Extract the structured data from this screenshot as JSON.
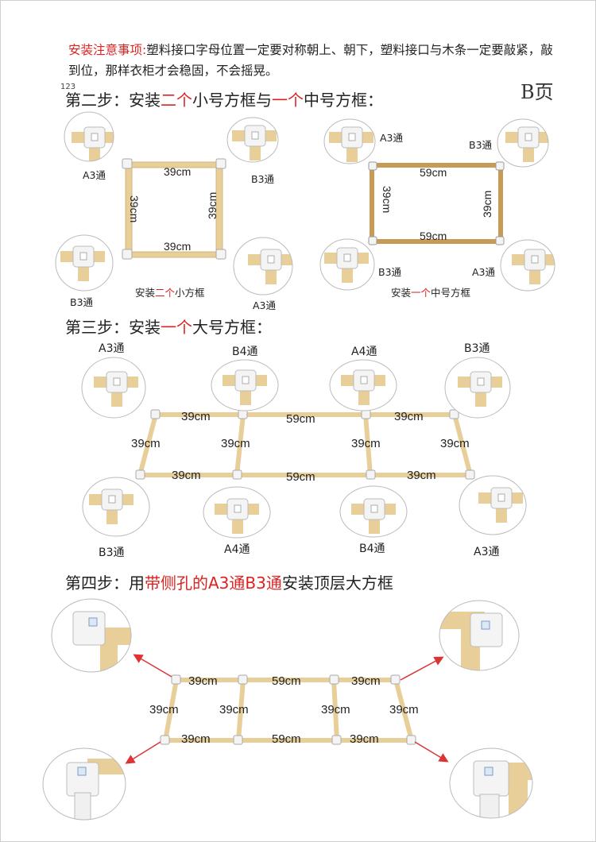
{
  "page_label": "B页",
  "page_number": "123",
  "note": {
    "label": "安装注意事项:",
    "text": "塑料接口字母位置一定要对称朝上、朝下，塑料接口与木条一定要敲紧，敲到位，那样衣柜才会稳固，不会摇晃。"
  },
  "step2": {
    "heading": {
      "p1": "第二步：安装",
      "r1": "二个",
      "p2": "小号方框与",
      "r2": "一个",
      "p3": "中号方框："
    },
    "small": {
      "dims": {
        "top": "39cm",
        "bottom": "39cm",
        "left": "39cm",
        "right": "39cm"
      },
      "joints": {
        "tl": "A3通",
        "tr": "B3通",
        "bl": "B3通",
        "br": "A3通"
      },
      "caption": {
        "p1": "安装",
        "r1": "二个",
        "p2": "小方框"
      }
    },
    "medium": {
      "dims": {
        "top": "59cm",
        "bottom": "59cm",
        "left": "39cm",
        "right": "39cm"
      },
      "joints": {
        "tl": "A3通",
        "tr": "B3通",
        "bl": "B3通",
        "br": "A3通"
      },
      "caption": {
        "p1": "安装",
        "r1": "一个",
        "p2": "中号方框"
      }
    }
  },
  "step3": {
    "heading": {
      "p1": "第三步：安装",
      "r1": "一个",
      "p2": "大号方框："
    },
    "top_joints": [
      "A3通",
      "B4通",
      "A4通",
      "B3通"
    ],
    "bottom_joints": [
      "B3通",
      "A4通",
      "B4通",
      "A3通"
    ],
    "dims": {
      "top": [
        "39cm",
        "59cm",
        "39cm"
      ],
      "mid": [
        "39cm",
        "39cm",
        "39cm",
        "39cm"
      ],
      "bottom": [
        "39cm",
        "59cm",
        "39cm"
      ]
    }
  },
  "step4": {
    "heading": {
      "p1": "第四步：用",
      "r1": "带侧孔的A3通B3通",
      "p2": "安装顶层大方框"
    },
    "dims": {
      "top": [
        "39cm",
        "59cm",
        "39cm"
      ],
      "mid": [
        "39cm",
        "39cm",
        "39cm",
        "39cm"
      ],
      "bottom": [
        "39cm",
        "59cm",
        "39cm"
      ]
    }
  },
  "colors": {
    "accent": "#d22",
    "wood": "#e8cf9a",
    "frame_medium": "#c99a55",
    "arrow": "#d33"
  }
}
